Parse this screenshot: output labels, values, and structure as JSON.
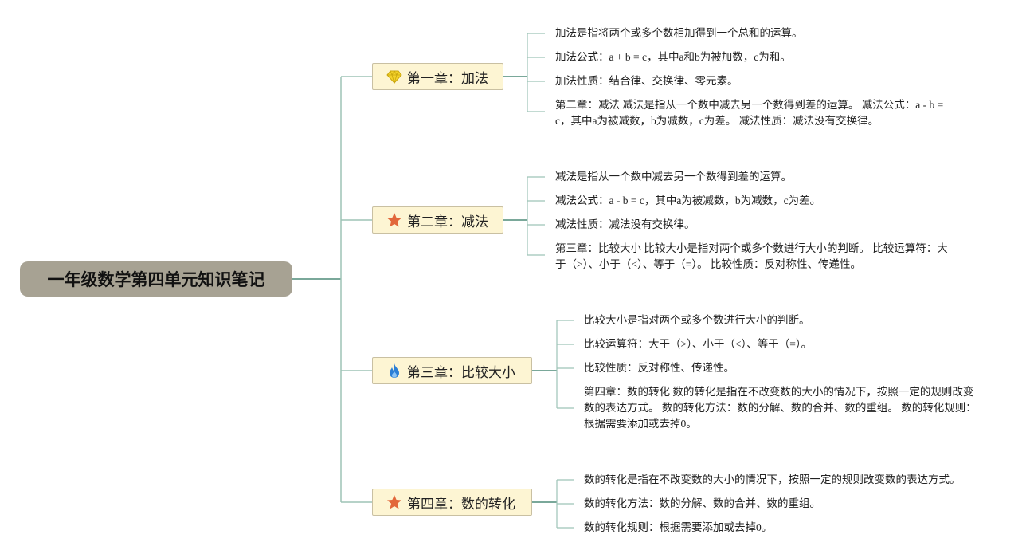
{
  "root": {
    "title": "一年级数学第四单元知识笔记"
  },
  "chapters": [
    {
      "title": "第一章：加法",
      "icon": "gem-icon",
      "items": [
        "加法是指将两个或多个数相加得到一个总和的运算。",
        "加法公式：a + b = c，其中a和b为被加数，c为和。",
        "加法性质：结合律、交换律、零元素。",
        "第二章：减法 减法是指从一个数中减去另一个数得到差的运算。 减法公式：a - b = c，其中a为被减数，b为减数，c为差。 减法性质：减法没有交换律。"
      ]
    },
    {
      "title": "第二章：减法",
      "icon": "star-icon",
      "items": [
        "减法是指从一个数中减去另一个数得到差的运算。",
        "减法公式：a - b = c，其中a为被减数，b为减数，c为差。",
        "减法性质：减法没有交换律。",
        "第三章：比较大小 比较大小是指对两个或多个数进行大小的判断。 比较运算符：大于（>）、小于（<）、等于（=）。 比较性质：反对称性、传递性。"
      ]
    },
    {
      "title": "第三章：比较大小",
      "icon": "flame-icon",
      "items": [
        "比较大小是指对两个或多个数进行大小的判断。",
        "比较运算符：大于（>）、小于（<）、等于（=）。",
        "比较性质：反对称性、传递性。",
        "第四章：数的转化 数的转化是指在不改变数的大小的情况下，按照一定的规则改变数的表达方式。 数的转化方法：数的分解、数的合并、数的重组。 数的转化规则：根据需要添加或去掉0。"
      ]
    },
    {
      "title": "第四章：数的转化",
      "icon": "star-icon",
      "items": [
        "数的转化是指在不改变数的大小的情况下，按照一定的规则改变数的表达方式。",
        "数的转化方法：数的分解、数的合并、数的重组。",
        "数的转化规则：根据需要添加或去掉0。"
      ]
    }
  ],
  "colors": {
    "root_bg": "#a7a293",
    "chapter_bg": "#fdf5d3",
    "chapter_border": "#c9c0a2",
    "connector_main": "#4f8c79",
    "connector_leaf": "#9dc3b6",
    "gem": "#f3d22c",
    "star": "#e2673a",
    "flame": "#2b7fd6"
  }
}
